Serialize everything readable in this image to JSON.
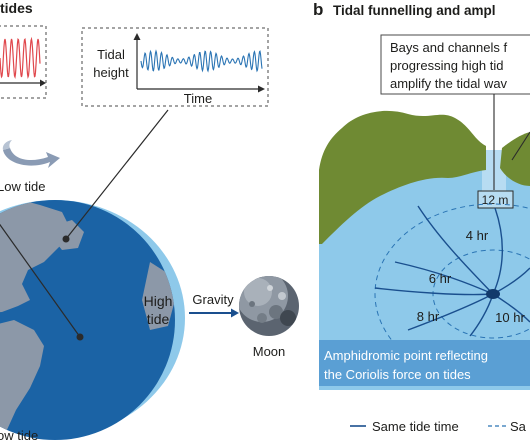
{
  "colors": {
    "ocean_light": "#8ec9ea",
    "ocean_dark": "#1b63a5",
    "land_gray": "#8c98a8",
    "land_green": "#6f8a33",
    "channel": "#b7dcf2",
    "tide_red": "#e0474c",
    "tide_blue": "#2a74b4",
    "line_navy": "#1a4f8e",
    "arrow_gray": "#8a9bb4",
    "text": "#1d1d1b"
  },
  "panel_a": {
    "title_fragment": "tides",
    "chart_red": {
      "label": "tidal trace (cropped)"
    },
    "chart_blue": {
      "y_label_line1": "Tidal",
      "y_label_line2": "height",
      "x_label": "Time"
    },
    "low_tide_top": "Low tide",
    "low_tide_bottom": "ow tide",
    "high_tide_line1": "High",
    "high_tide_line2": "tide",
    "gravity": "Gravity",
    "moon": "Moon"
  },
  "panel_b": {
    "letter": "b",
    "title": "Tidal funnelling and ampl",
    "callout_line1": "Bays and channels f",
    "callout_line2": "progressing high tid",
    "callout_line3": "amplify the tidal wav",
    "tidal_range": "12 m",
    "hours": [
      "4 hr",
      "6 hr",
      "8 hr",
      "10 hr"
    ],
    "amphidromic_line1": "Amphidromic point reflecting",
    "amphidromic_line2": "the Coriolis force on tides",
    "legend_solid": "Same tide time",
    "legend_dashed": "Sa"
  }
}
